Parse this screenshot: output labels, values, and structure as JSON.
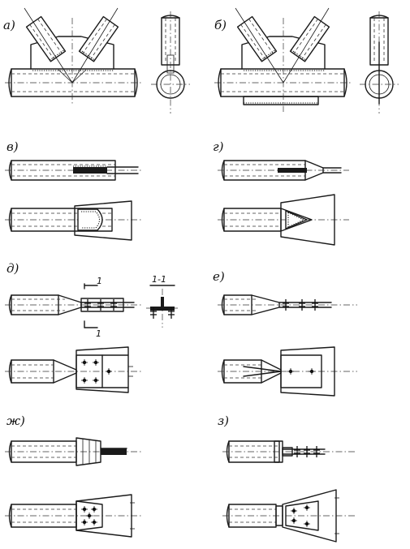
{
  "figure": {
    "labels": {
      "a": "а)",
      "b": "б)",
      "v": "в)",
      "g": "г)",
      "d": "д)",
      "e": "е)",
      "zh": "ж)",
      "z": "з)"
    },
    "section_mark": "1-1",
    "cut_mark_top": "1",
    "cut_mark_bottom": "1"
  }
}
